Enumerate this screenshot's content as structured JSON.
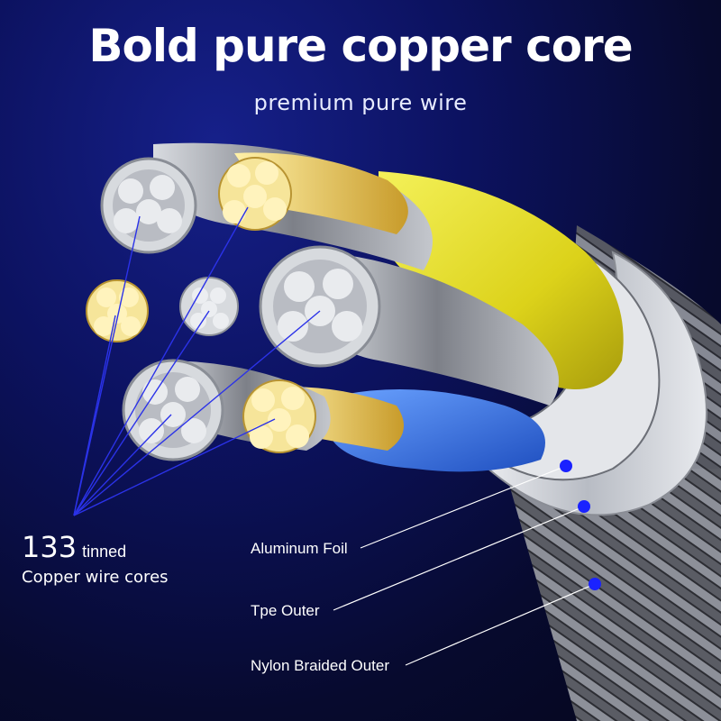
{
  "headline": "Bold pure copper core",
  "subheadline": "premium pure wire",
  "core_callout": {
    "count": "133",
    "unit": "tinned",
    "description": "Copper wire cores"
  },
  "layers": [
    {
      "label": "Aluminum Foil"
    },
    {
      "label": "Tpe Outer"
    },
    {
      "label": "Nylon Braided Outer"
    }
  ],
  "colors": {
    "background_dark": "#05061a",
    "background_blue": "#16208a",
    "silver_strand": "#c9ccd2",
    "copper_strand": "#f2dc86",
    "yellow_insulation": "#e6e21c",
    "blue_insulation": "#2f6be0",
    "marker_dot": "#1a22ff",
    "text": "#ffffff"
  }
}
